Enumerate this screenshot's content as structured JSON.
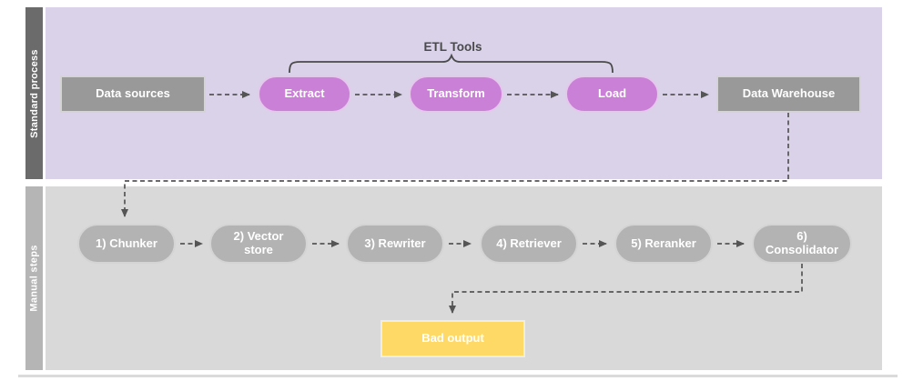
{
  "diagram": {
    "lanes": [
      {
        "label": "Standard process"
      },
      {
        "label": "Manual steps"
      }
    ],
    "annotations": {
      "etl_tools": "ETL Tools"
    },
    "standard_process": {
      "data_sources": "Data sources",
      "extract": "Extract",
      "transform": "Transform",
      "load": "Load",
      "data_warehouse": "Data Warehouse"
    },
    "manual_steps": {
      "chunker": "1) Chunker",
      "vector_store": "2) Vector store",
      "rewriter": "3) Rewriter",
      "retriever": "4) Retriever",
      "reranker": "5) Reranker",
      "consolidator": "6) Consolidator",
      "bad_output": "Bad output"
    },
    "colors": {
      "lane1_bar": "#6b6b6b",
      "lane1_body": "#d9d2e9",
      "lane2_bar": "#b5b5b5",
      "lane2_body": "#d9d9d9",
      "gray_box": "#999999",
      "etl_pill": "#cb80d8",
      "manual_pill": "#b3b3b3",
      "bad_output": "#ffd966",
      "connector": "#555555",
      "annotation": "#4a4a4a"
    }
  }
}
